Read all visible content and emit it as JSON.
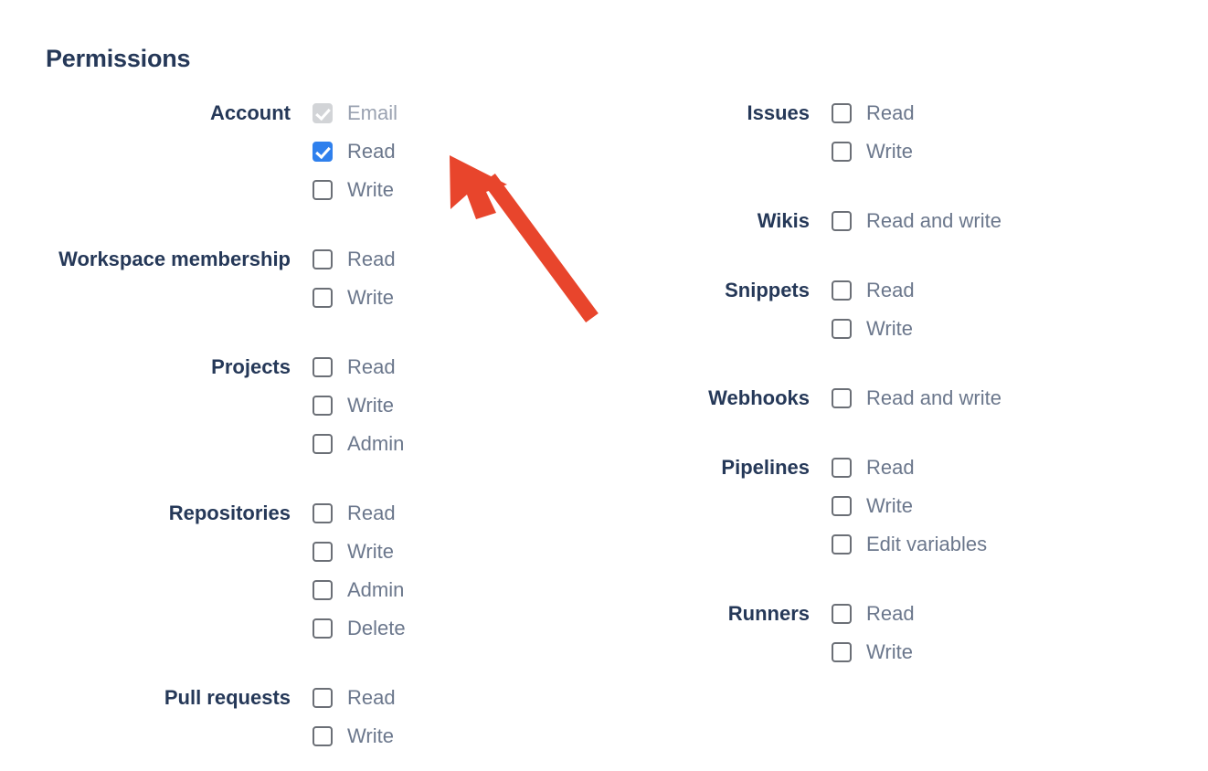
{
  "page": {
    "title": "Permissions",
    "accent_checked_color": "#2f80ed",
    "disabled_checkbox_color": "#d2d4d7",
    "group_label_color": "#253858",
    "option_label_color": "#6b778c",
    "annotation_arrow_color": "#e8452c"
  },
  "annotation": {
    "arrow_name": "red-pointer-arrow",
    "points_at": "Account Read checkbox"
  },
  "columns": {
    "left": [
      {
        "label": "Account",
        "options": [
          {
            "label": "Email",
            "checked": true,
            "disabled": true
          },
          {
            "label": "Read",
            "checked": true,
            "disabled": false
          },
          {
            "label": "Write",
            "checked": false,
            "disabled": false
          }
        ]
      },
      {
        "label": "Workspace membership",
        "options": [
          {
            "label": "Read",
            "checked": false,
            "disabled": false
          },
          {
            "label": "Write",
            "checked": false,
            "disabled": false
          }
        ]
      },
      {
        "label": "Projects",
        "options": [
          {
            "label": "Read",
            "checked": false,
            "disabled": false
          },
          {
            "label": "Write",
            "checked": false,
            "disabled": false
          },
          {
            "label": "Admin",
            "checked": false,
            "disabled": false
          }
        ]
      },
      {
        "label": "Repositories",
        "options": [
          {
            "label": "Read",
            "checked": false,
            "disabled": false
          },
          {
            "label": "Write",
            "checked": false,
            "disabled": false
          },
          {
            "label": "Admin",
            "checked": false,
            "disabled": false
          },
          {
            "label": "Delete",
            "checked": false,
            "disabled": false
          }
        ]
      },
      {
        "label": "Pull requests",
        "options": [
          {
            "label": "Read",
            "checked": false,
            "disabled": false
          },
          {
            "label": "Write",
            "checked": false,
            "disabled": false
          }
        ]
      }
    ],
    "right": [
      {
        "label": "Issues",
        "options": [
          {
            "label": "Read",
            "checked": false,
            "disabled": false
          },
          {
            "label": "Write",
            "checked": false,
            "disabled": false
          }
        ]
      },
      {
        "label": "Wikis",
        "options": [
          {
            "label": "Read and write",
            "checked": false,
            "disabled": false
          }
        ]
      },
      {
        "label": "Snippets",
        "options": [
          {
            "label": "Read",
            "checked": false,
            "disabled": false
          },
          {
            "label": "Write",
            "checked": false,
            "disabled": false
          }
        ]
      },
      {
        "label": "Webhooks",
        "options": [
          {
            "label": "Read and write",
            "checked": false,
            "disabled": false
          }
        ]
      },
      {
        "label": "Pipelines",
        "options": [
          {
            "label": "Read",
            "checked": false,
            "disabled": false
          },
          {
            "label": "Write",
            "checked": false,
            "disabled": false
          },
          {
            "label": "Edit variables",
            "checked": false,
            "disabled": false
          }
        ]
      },
      {
        "label": "Runners",
        "options": [
          {
            "label": "Read",
            "checked": false,
            "disabled": false
          },
          {
            "label": "Write",
            "checked": false,
            "disabled": false
          }
        ]
      }
    ]
  }
}
